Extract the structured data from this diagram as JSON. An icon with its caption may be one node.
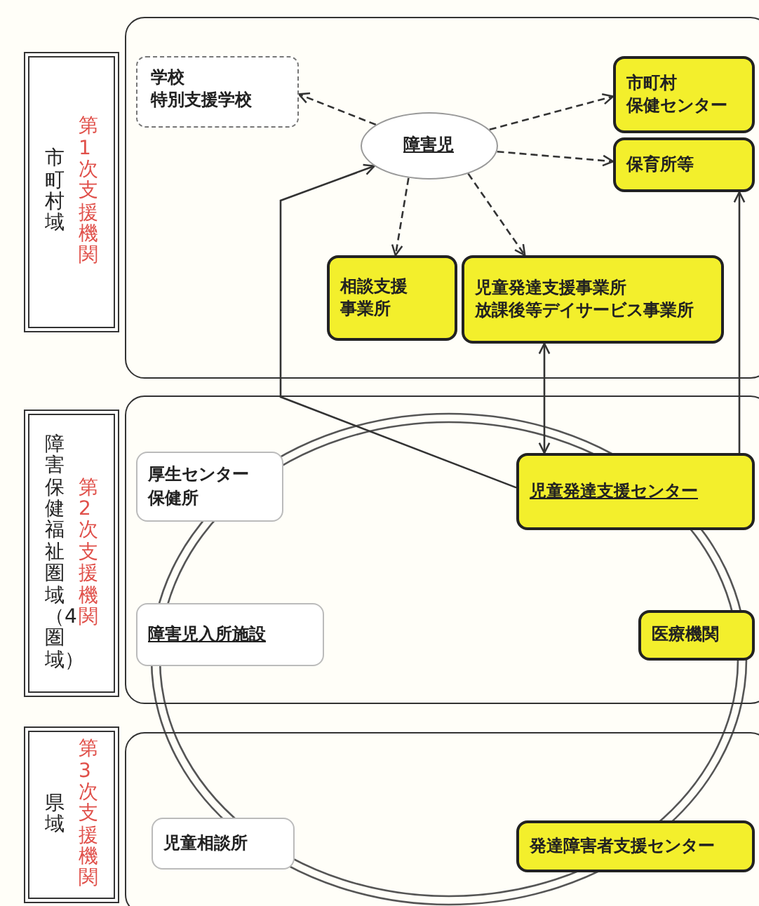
{
  "diagram": {
    "nodes": [
      {
        "text": [
          "市町村域",
          "第1次支援機関"
        ]
      },
      {
        "text": [],
        "shape": "box"
      },
      {
        "text": [
          "学校",
          "特別支援学校"
        ],
        "in": 1
      },
      {
        "text": [
          "障害児"
        ],
        "in": 1
      },
      {
        "text": [
          "市町村",
          "保健センター"
        ],
        "in": 1
      },
      {
        "text": [
          "保育所等"
        ],
        "in": 1
      },
      {
        "text": [
          "相談支援事業所"
        ],
        "in": 1
      },
      {
        "text": [
          "児童発達支援事業所",
          "放課後等デイサービス事業所"
        ],
        "in": 1
      },
      {
        "text": [
          "障害保健福祉圏域（4圏域）",
          "第2次支援機関"
        ]
      },
      {
        "text": [],
        "shape": "box"
      },
      {
        "text": [
          "厚生センター",
          "保健所"
        ],
        "in": 9
      },
      {
        "text": [
          "児童発達支援センター"
        ],
        "in": 9
      },
      {
        "text": [
          "障害児入所施設"
        ],
        "in": 9
      },
      {
        "text": [
          "医療機関"
        ],
        "in": 9
      },
      {
        "text": [
          "県域",
          "第3次支援機関"
        ]
      },
      {
        "text": [],
        "shape": "box"
      },
      {
        "text": [
          "児童相談所"
        ],
        "in": 15
      },
      {
        "text": [
          "発達障害者支援センター"
        ],
        "in": 15
      }
    ],
    "edges": [
      {
        "from": 3,
        "to": 2,
        "arrow": "to",
        "style": "dashed"
      },
      {
        "from": 3,
        "to": 4,
        "arrow": "to",
        "style": "dashed"
      },
      {
        "from": 3,
        "to": 5,
        "arrow": "to",
        "style": "dashed"
      },
      {
        "from": 3,
        "to": 6,
        "arrow": "to",
        "style": "dashed"
      },
      {
        "from": 3,
        "to": 7,
        "arrow": "to",
        "style": "dashed"
      },
      {
        "from": 11,
        "to": 3,
        "arrow": "to"
      },
      {
        "from": 11,
        "to": 7,
        "arrow": "both"
      },
      {
        "from": 11,
        "to": 5,
        "arrow": "to"
      }
    ]
  }
}
